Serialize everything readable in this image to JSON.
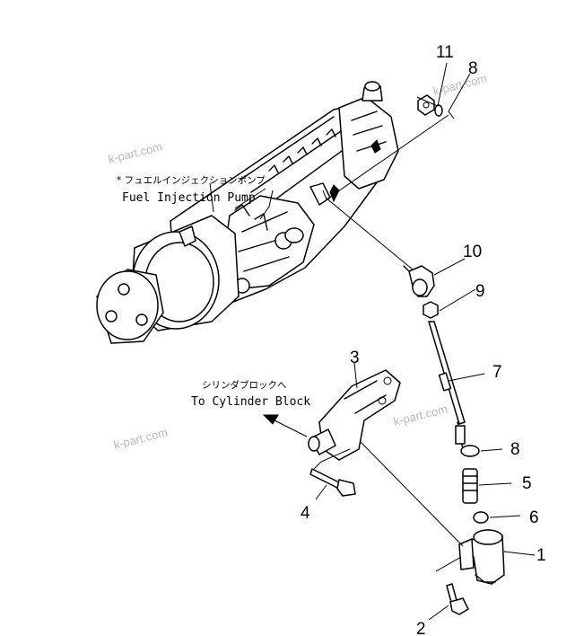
{
  "watermarks": [
    "k-part.com",
    "k-part.com",
    "k-part.com",
    "k-part.com"
  ],
  "labels": {
    "pump_jp": "* フュエルインジェクションポンプ",
    "pump_en": "Fuel  Injection  Pump",
    "block_jp": "シリンダブロックへ",
    "block_en": "To  Cylinder  Block"
  },
  "callouts": [
    "11",
    "8",
    "10",
    "9",
    "7",
    "3",
    "8",
    "5",
    "6",
    "1",
    "4",
    "2"
  ]
}
